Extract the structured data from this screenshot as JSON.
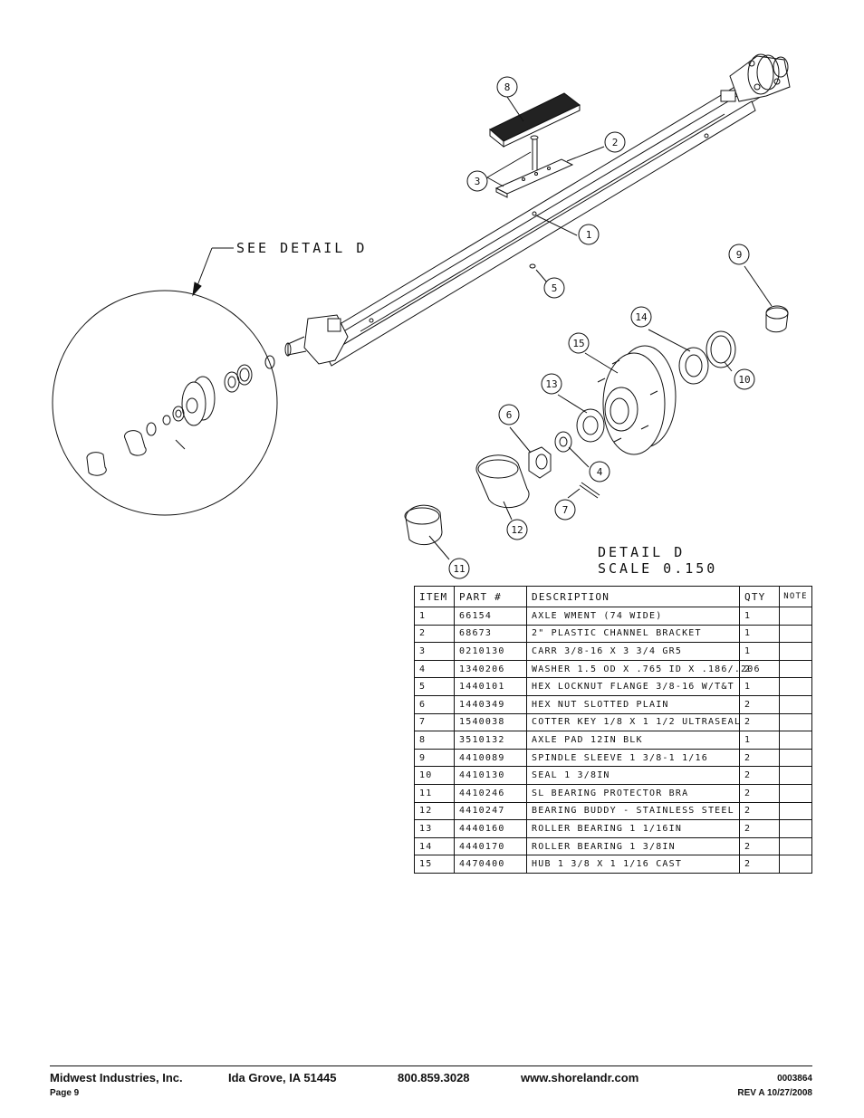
{
  "drawing": {
    "detail_callout": "SEE DETAIL D",
    "detail_title": "DETAIL D",
    "detail_scale": "SCALE 0.150",
    "balloons": [
      "1",
      "2",
      "3",
      "4",
      "5",
      "6",
      "7",
      "8",
      "9",
      "10",
      "11",
      "12",
      "13",
      "14",
      "15"
    ]
  },
  "table": {
    "headers": {
      "item": "ITEM",
      "part": "PART #",
      "description": "DESCRIPTION",
      "qty": "QTY",
      "note": "NOTE"
    },
    "rows": [
      {
        "item": "1",
        "part": "66154",
        "description": "AXLE WMENT (74 WIDE)",
        "qty": "1",
        "note": ""
      },
      {
        "item": "2",
        "part": "68673",
        "description": "2\" PLASTIC CHANNEL BRACKET",
        "qty": "1",
        "note": ""
      },
      {
        "item": "3",
        "part": "0210130",
        "description": "CARR 3/8-16 X 3 3/4 GR5",
        "qty": "1",
        "note": ""
      },
      {
        "item": "4",
        "part": "1340206",
        "description": "WASHER 1.5 OD X .765 ID X .186/.206",
        "qty": "2",
        "note": ""
      },
      {
        "item": "5",
        "part": "1440101",
        "description": "HEX LOCKNUT FLANGE 3/8-16 W/T&T",
        "qty": "1",
        "note": ""
      },
      {
        "item": "6",
        "part": "1440349",
        "description": "HEX NUT SLOTTED PLAIN",
        "qty": "2",
        "note": ""
      },
      {
        "item": "7",
        "part": "1540038",
        "description": "COTTER KEY 1/8 X 1 1/2 ULTRASEAL",
        "qty": "2",
        "note": ""
      },
      {
        "item": "8",
        "part": "3510132",
        "description": "AXLE PAD 12IN BLK",
        "qty": "1",
        "note": ""
      },
      {
        "item": "9",
        "part": "4410089",
        "description": "SPINDLE SLEEVE 1 3/8-1 1/16",
        "qty": "2",
        "note": ""
      },
      {
        "item": "10",
        "part": "4410130",
        "description": "SEAL 1 3/8IN",
        "qty": "2",
        "note": ""
      },
      {
        "item": "11",
        "part": "4410246",
        "description": "SL BEARING PROTECTOR BRA",
        "qty": "2",
        "note": ""
      },
      {
        "item": "12",
        "part": "4410247",
        "description": "BEARING BUDDY - STAINLESS STEEL",
        "qty": "2",
        "note": ""
      },
      {
        "item": "13",
        "part": "4440160",
        "description": "ROLLER BEARING 1 1/16IN",
        "qty": "2",
        "note": ""
      },
      {
        "item": "14",
        "part": "4440170",
        "description": "ROLLER BEARING 1 3/8IN",
        "qty": "2",
        "note": ""
      },
      {
        "item": "15",
        "part": "4470400",
        "description": "HUB 1 3/8 X 1 1/16 CAST",
        "qty": "2",
        "note": ""
      }
    ]
  },
  "footer": {
    "company": "Midwest Industries, Inc.",
    "location": "Ida Grove, IA  51445",
    "phone": "800.859.3028",
    "website": "www.shorelandr.com",
    "doc_number": "0003864",
    "page": "Page 9",
    "revision": "REV A  10/27/2008"
  }
}
